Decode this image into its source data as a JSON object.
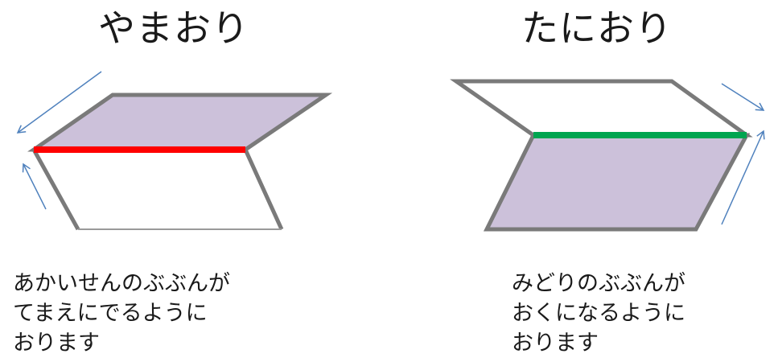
{
  "mountain_fold": {
    "title": "やまおり",
    "description_lines": [
      "あかいせんのぶぶんが",
      "てまえにでるように",
      "おります"
    ],
    "fold_line_color": "#ff0000",
    "shaded_face_color": "#ccc1da"
  },
  "valley_fold": {
    "title": "たにおり",
    "description_lines": [
      "みどりのぶぶんが",
      "おくになるように",
      "おります"
    ],
    "fold_line_color": "#00a550",
    "shaded_face_color": "#ccc1da"
  },
  "colors": {
    "outline": "#7a7a7a",
    "arrow": "#4f81bd"
  }
}
